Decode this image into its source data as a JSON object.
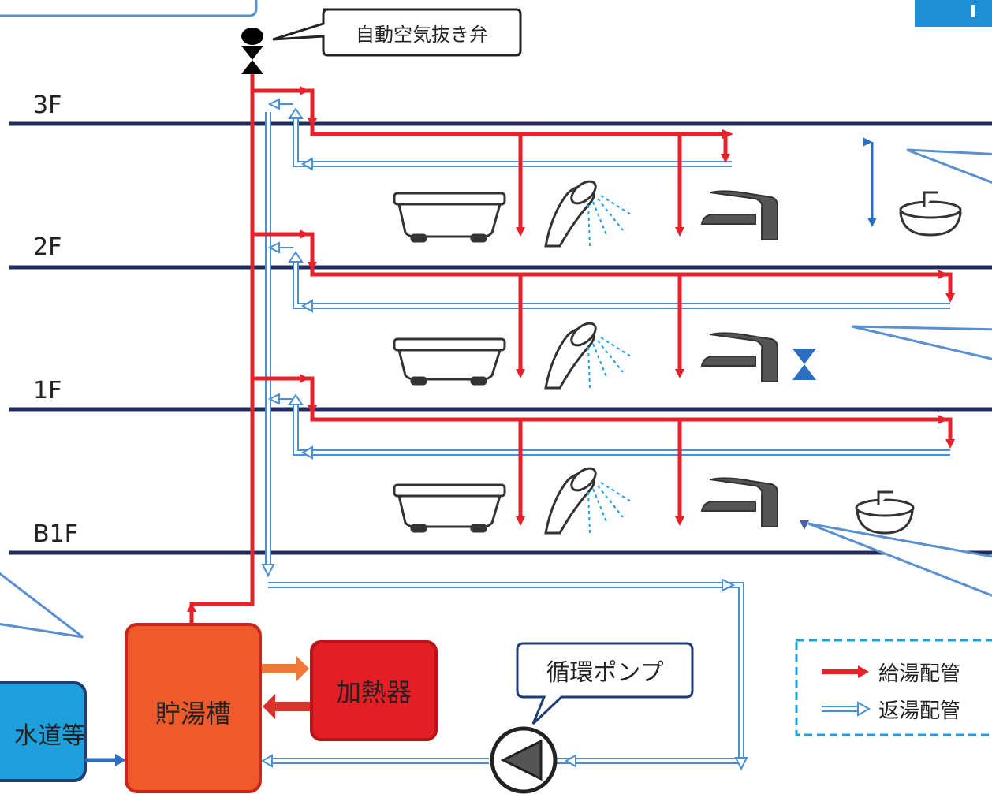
{
  "floors": [
    "3F",
    "2F",
    "1F",
    "B1F"
  ],
  "callouts": {
    "air_vent": "自動空気抜き弁",
    "pump": "循環ポンプ"
  },
  "components": {
    "water_supply": "水道等",
    "storage_tank": "貯湯槽",
    "heater": "加熱器"
  },
  "legend": {
    "supply": "給湯配管",
    "return": "返湯配管"
  },
  "colors": {
    "supply_pipe": "#e8202a",
    "return_pipe": "#4a8fd6",
    "floor_line": "#1f2c5c",
    "storage_tank": "#ef5a2a",
    "heater": "#e31e24",
    "water_supply": "#1ea0dc",
    "callout_stroke": "#5a8fd0",
    "gray_fixture": "#555555"
  }
}
